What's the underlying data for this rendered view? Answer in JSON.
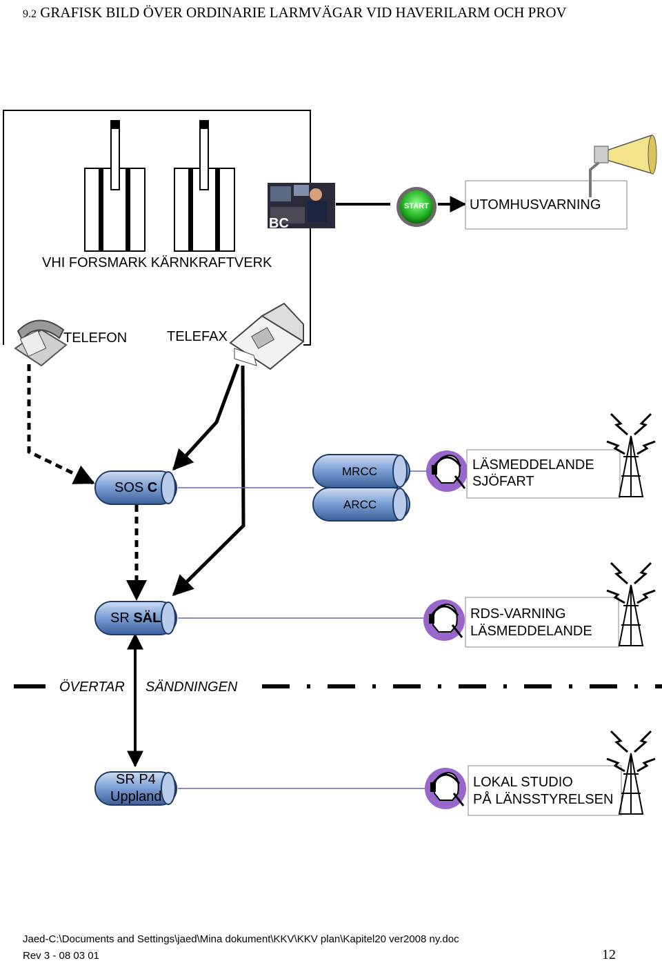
{
  "heading": {
    "number": "9.2",
    "text": "GRAFISK BILD ÖVER ORDINARIE LARMVÄGAR VID HAVERILARM OCH PROV"
  },
  "plant": {
    "label": "VHI FORSMARK KÄRNKRAFTVERK",
    "operator_badge": "BC",
    "start_button": "START"
  },
  "outdoor_warning": "UTOMHUSVARNING",
  "telefon": "TELEFON",
  "telefax": "TELEFAX",
  "nodes": {
    "sos": {
      "prefix": "SOS ",
      "bold": "C"
    },
    "mrcc": "MRCC",
    "arcc": "ARCC",
    "sr_sal": {
      "prefix": "SR ",
      "bold": "SÄL"
    },
    "sr_p4": {
      "line1": "SR P4",
      "line2": "Uppland"
    }
  },
  "messages": {
    "sjofart": {
      "line1": "LÄSMEDDELANDE",
      "line2": "SJÖFART"
    },
    "rds": {
      "line1": "RDS-VARNING",
      "line2": "LÄSMEDDELANDE"
    },
    "lokal": {
      "line1": "LOKAL STUDIO",
      "line2": "PÅ LÄNSSTYRELSEN"
    }
  },
  "handover": {
    "word1": "ÖVERTAR",
    "word2": "SÄNDNINGEN"
  },
  "footer": {
    "path": "Jaed-C:\\Documents and Settings\\jaed\\Mina dokument\\KKV\\KKV plan\\Kapitel20 ver2008 ny.doc",
    "rev": "Rev 3 - 08 03 01",
    "page": "12"
  },
  "colors": {
    "heading": "#000000",
    "cylinder": "#7fa3d8",
    "cylinder_dark": "#1f3a66",
    "start_green": "#2fbf2f",
    "headphone_bg": "#9966cc"
  },
  "icons": [
    "chimney-icon",
    "operator-photo-icon",
    "start-button-icon",
    "siren-horn-icon",
    "telephone-icon",
    "fax-machine-icon",
    "radio-mast-icon",
    "headphone-operator-icon"
  ]
}
